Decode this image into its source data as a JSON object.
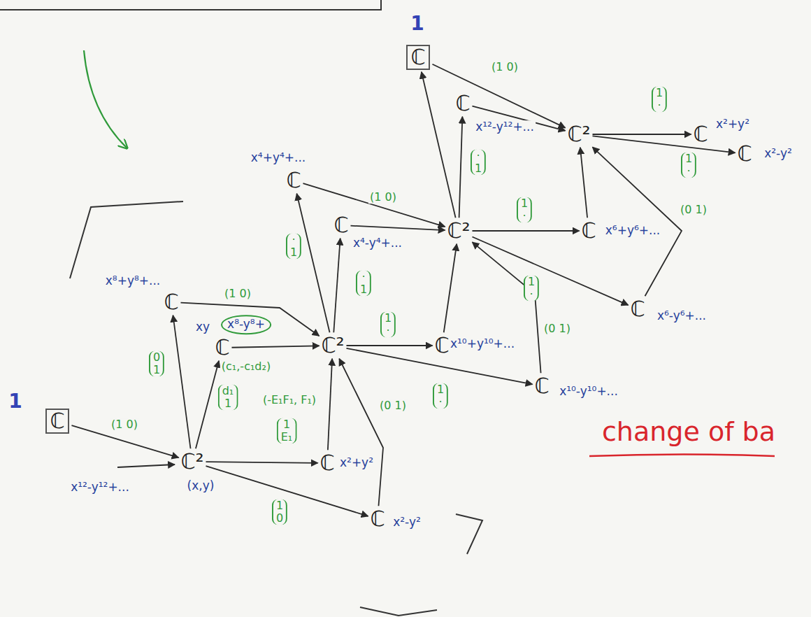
{
  "diagram": {
    "nodes": [
      {
        "text": [
          "1",
          "ℂ"
        ]
      },
      {
        "text": [
          "ℂ",
          "x¹²-y¹²+..."
        ]
      },
      {
        "text": [
          "ℂ²"
        ]
      },
      {
        "text": [
          "ℂ",
          "x²+y²"
        ]
      },
      {
        "text": [
          "ℂ",
          "x²-y²"
        ]
      },
      {
        "text": [
          "ℂ²"
        ]
      },
      {
        "text": [
          "ℂ",
          "x⁶+y⁶+..."
        ]
      },
      {
        "text": [
          "ℂ",
          "x⁶-y⁶+..."
        ]
      },
      {
        "text": [
          "ℂ",
          "x⁴+y⁴+..."
        ]
      },
      {
        "text": [
          "ℂ",
          "x⁴-y⁴+..."
        ]
      },
      {
        "text": [
          "ℂ²"
        ]
      },
      {
        "text": [
          "ℂ",
          "x¹⁰+y¹⁰+..."
        ]
      },
      {
        "text": [
          "ℂ",
          "x¹⁰-y¹⁰+..."
        ]
      },
      {
        "text": [
          "ℂ",
          "x⁸+y⁸+..."
        ]
      },
      {
        "text": [
          "ℂ",
          "xy",
          "x⁸-y⁸+"
        ]
      },
      {
        "text": [
          "1",
          "ℂ"
        ]
      },
      {
        "text": [
          "ℂ²",
          "(x,y)"
        ]
      },
      {
        "text": [
          "ℂ",
          "x²+y²"
        ]
      },
      {
        "text": [
          "ℂ",
          "x²-y²"
        ]
      }
    ],
    "edges": [
      {
        "from": 0,
        "to": 2,
        "arrow": "to",
        "label": "(1 0)"
      },
      {
        "from": 1,
        "to": 2,
        "arrow": "to"
      },
      {
        "from": 2,
        "to": 3,
        "arrow": "to",
        "label": "1 ·"
      },
      {
        "from": 2,
        "to": 4,
        "arrow": "to",
        "label": "1 ·"
      },
      {
        "from": 5,
        "to": 0,
        "arrow": "to"
      },
      {
        "from": 5,
        "to": 1,
        "arrow": "to",
        "label": "· 1"
      },
      {
        "from": 6,
        "to": 2,
        "arrow": "to"
      },
      {
        "from": 7,
        "to": 2,
        "arrow": "to",
        "label": "(0 1)"
      },
      {
        "from": 5,
        "to": 6,
        "arrow": "to",
        "label": "1 ·"
      },
      {
        "from": 5,
        "to": 7,
        "arrow": "to",
        "label": "1 ·"
      },
      {
        "from": 8,
        "to": 5,
        "arrow": "to",
        "label": "(1 0)"
      },
      {
        "from": 9,
        "to": 5,
        "arrow": "to"
      },
      {
        "from": 10,
        "to": 8,
        "arrow": "to",
        "label": "· 1"
      },
      {
        "from": 10,
        "to": 9,
        "arrow": "to",
        "label": "· 1"
      },
      {
        "from": 10,
        "to": 11,
        "arrow": "to",
        "label": "1 ·"
      },
      {
        "from": 10,
        "to": 12,
        "arrow": "to",
        "label": "1 ·"
      },
      {
        "from": 11,
        "to": 5,
        "arrow": "to"
      },
      {
        "from": 12,
        "to": 5,
        "arrow": "to",
        "label": "(0 1)"
      },
      {
        "from": 13,
        "to": 10,
        "arrow": "to",
        "label": "(1 0)"
      },
      {
        "from": 14,
        "to": 10,
        "arrow": "to",
        "label": "(c₁,-c₁d₂)"
      },
      {
        "from": 16,
        "to": 13,
        "arrow": "to",
        "label": "0 1"
      },
      {
        "from": 16,
        "to": 14,
        "arrow": "to",
        "label": "d₁ 1"
      },
      {
        "from": 15,
        "to": 16,
        "arrow": "to",
        "label": "(1 0)"
      },
      {
        "from": 16,
        "to": 17,
        "arrow": "to",
        "label": "1 E₁"
      },
      {
        "from": 16,
        "to": 18,
        "arrow": "to",
        "label": "1 0"
      },
      {
        "from": 17,
        "to": 10,
        "arrow": "to",
        "label": "(-E₁F₁, F₁)"
      },
      {
        "from": 18,
        "to": 10,
        "arrow": "to",
        "label": "(0 1)"
      }
    ],
    "labels": [
      "x¹²-y¹²+...",
      "change of ba"
    ]
  }
}
